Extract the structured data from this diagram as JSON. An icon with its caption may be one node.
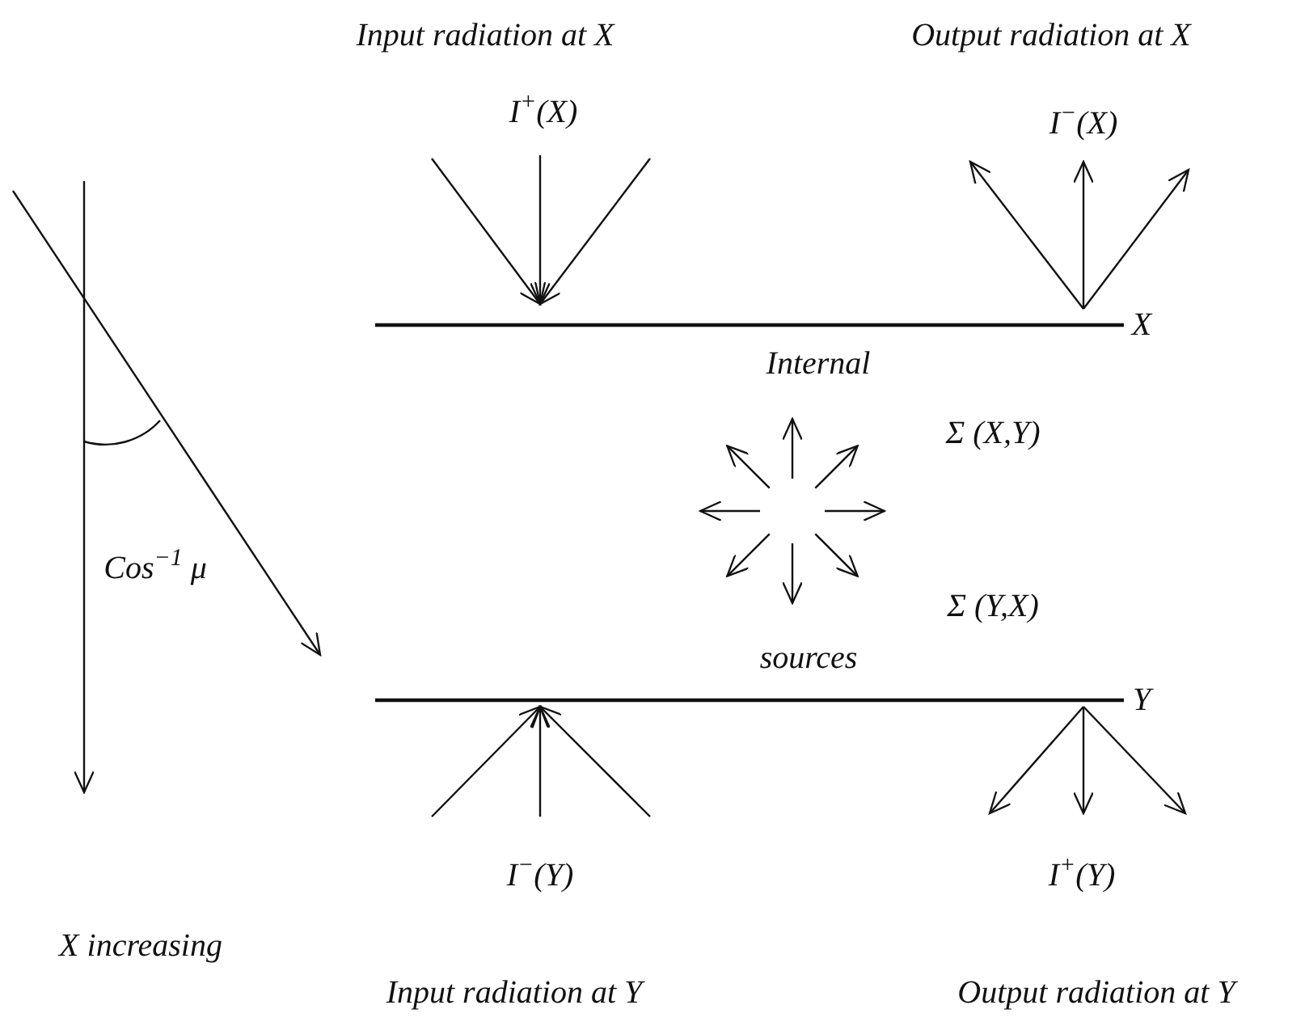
{
  "diagram": {
    "labels": [
      "Input radiation at X",
      "Output radiation at X",
      "I$^{+}$(X)",
      "I$^{−}$(X)",
      "X",
      "Internal",
      "Σ (X,Y)",
      "Cos$^{−1}$ μ",
      "Σ (Y,X)",
      "sources",
      "Y",
      "X increasing",
      "I$^{−}$(Y)",
      "I$^{+}$(Y)",
      "Input radiation at Y",
      "Output radiation at Y"
    ]
  }
}
